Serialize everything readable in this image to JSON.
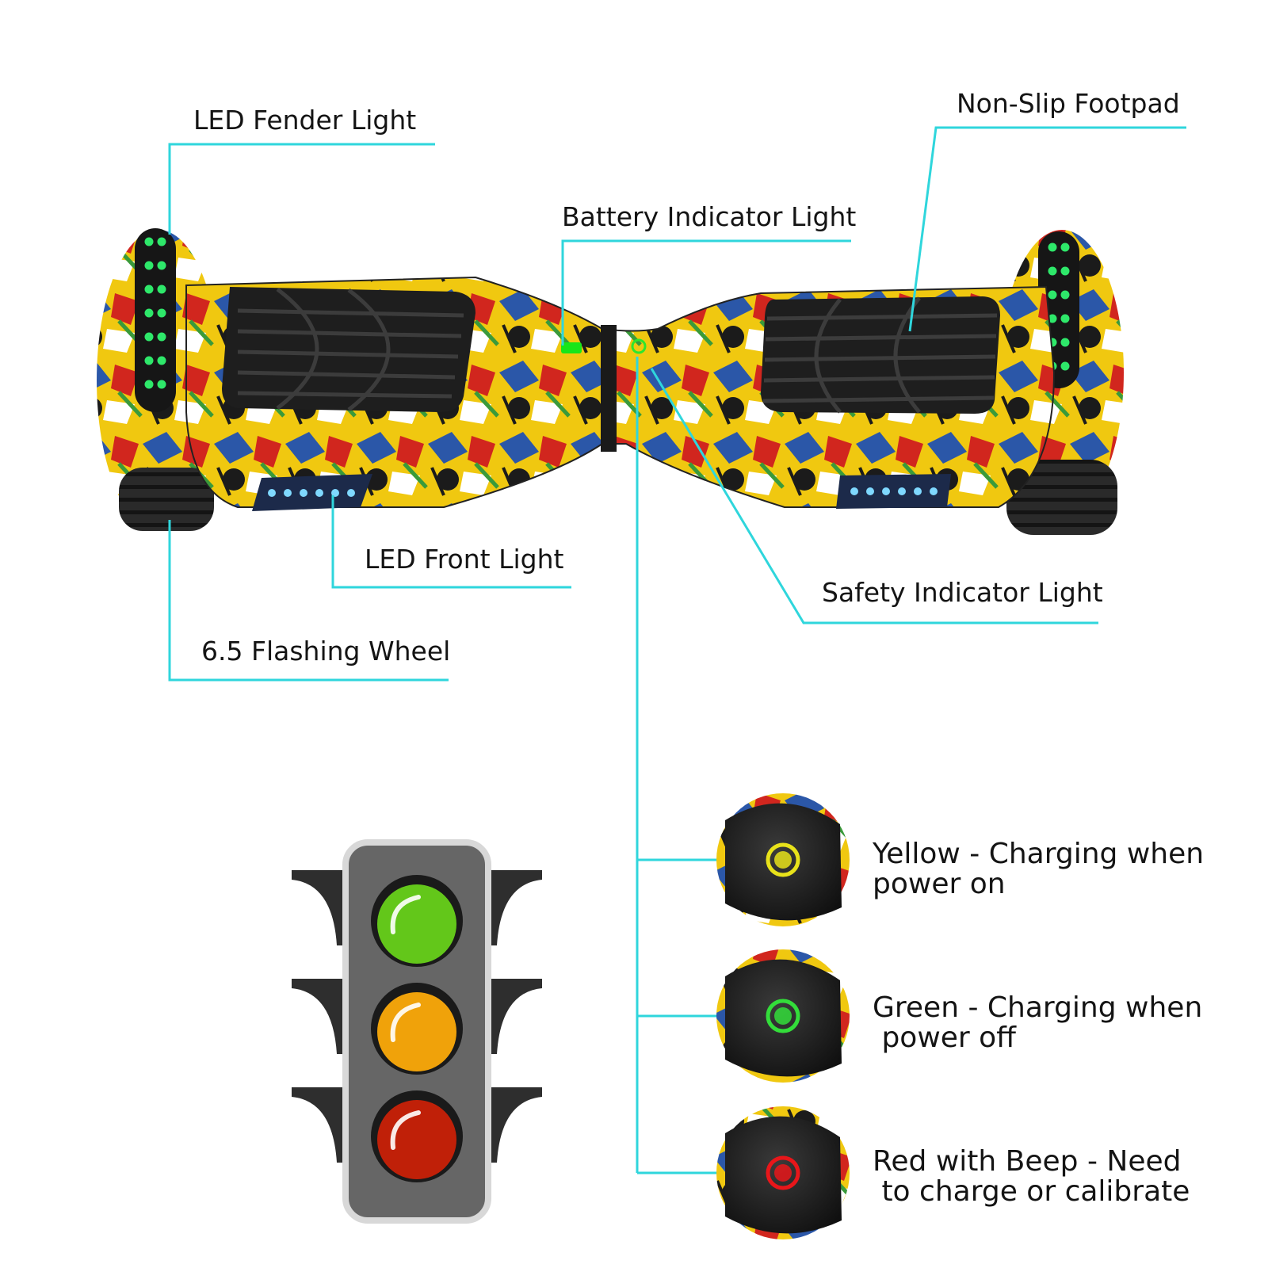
{
  "callouts": {
    "fender_light": "LED Fender Light",
    "footpad": "Non-Slip Footpad",
    "battery_light": "Battery Indicator Light",
    "front_light": "LED Front Light",
    "safety_light": "Safety Indicator Light",
    "wheel": "6.5 Flashing Wheel"
  },
  "legend": [
    {
      "line1": "Yellow - Charging when",
      "line2": "power on",
      "color": "#e8e21a"
    },
    {
      "line1": "Green - Charging when",
      "line2": " power off",
      "color": "#33dd3a"
    },
    {
      "line1": "Red with Beep - Need",
      "line2": " to charge or calibrate",
      "color": "#e8161a"
    }
  ],
  "colors": {
    "leader_line": "#2fd6dc",
    "traffic_green": "#63c71a",
    "traffic_amber": "#f0a20a",
    "traffic_red": "#c02008"
  }
}
